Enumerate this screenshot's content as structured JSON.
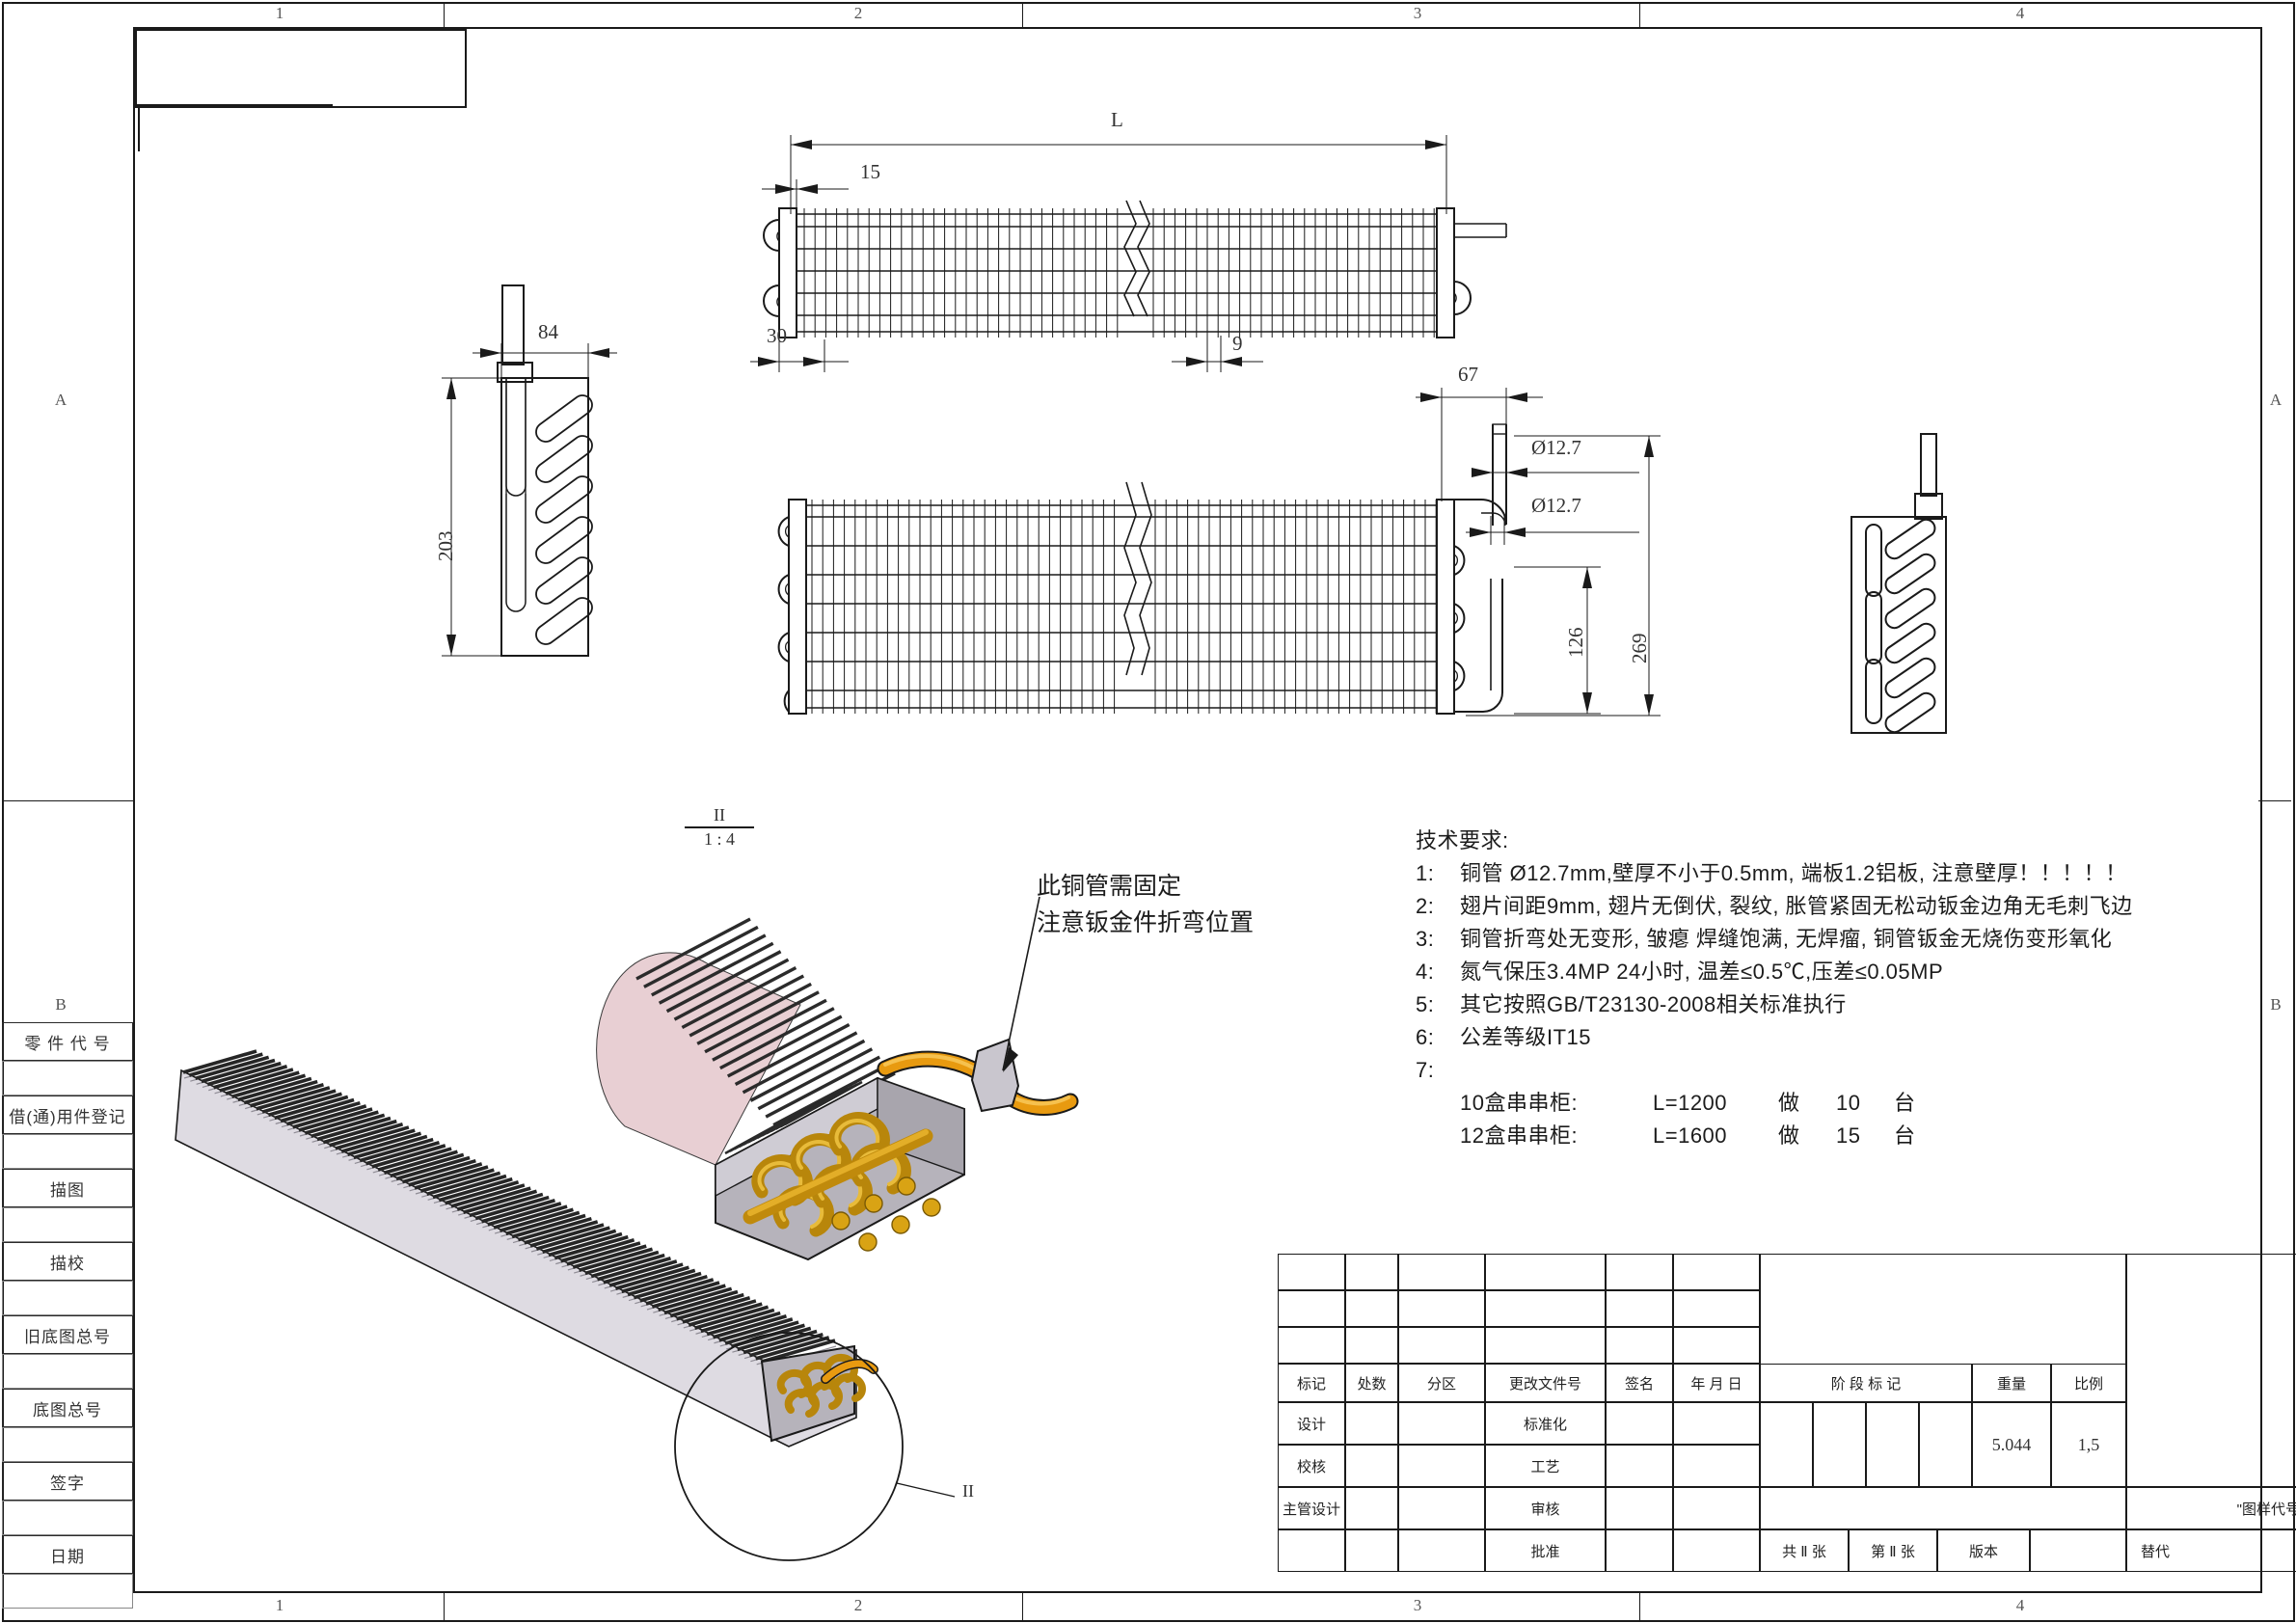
{
  "sheet": {
    "zones_top": [
      "1",
      "2",
      "3",
      "4"
    ],
    "zones_bottom": [
      "1",
      "2",
      "3",
      "4"
    ],
    "zones_left": [
      "A",
      "B"
    ],
    "zones_right": [
      "A",
      "B"
    ]
  },
  "side_table": {
    "rows": [
      {
        "label": "零 件 代 号"
      },
      {
        "label": ""
      },
      {
        "label": "借(通)用件登记"
      },
      {
        "label": ""
      },
      {
        "label": "描图"
      },
      {
        "label": ""
      },
      {
        "label": "描校"
      },
      {
        "label": ""
      },
      {
        "label": "旧底图总号"
      },
      {
        "label": ""
      },
      {
        "label": "底图总号"
      },
      {
        "label": ""
      },
      {
        "label": "签字"
      },
      {
        "label": ""
      },
      {
        "label": "日期"
      },
      {
        "label": ""
      }
    ]
  },
  "tech_notes": {
    "heading": "技术要求:",
    "items": [
      {
        "n": "1:",
        "text": "铜管 Ø12.7mm,壁厚不小于0.5mm, 端板1.2铝板, 注意壁厚！！！！！"
      },
      {
        "n": "2:",
        "text": "翅片间距9mm, 翅片无倒伏, 裂纹, 胀管紧固无松动钣金边角无毛刺飞边"
      },
      {
        "n": "3:",
        "text": "铜管折弯处无变形, 皱瘪 焊缝饱满, 无焊瘤, 铜管钣金无烧伤变形氧化"
      },
      {
        "n": "4:",
        "text": "氮气保压3.4MP 24小时, 温差≤0.5℃,压差≤0.05MP"
      },
      {
        "n": "5:",
        "text": "其它按照GB/T23130-2008相关标准执行"
      },
      {
        "n": "6:",
        "text": "公差等级IT15"
      },
      {
        "n": "7:",
        "text": ""
      }
    ],
    "orders": [
      {
        "model": "10盒串串柜:",
        "length": "L=1200",
        "verb": "做",
        "qty": "10",
        "unit": "台"
      },
      {
        "model": "12盒串串柜:",
        "length": "L=1600",
        "verb": "做",
        "qty": "15",
        "unit": "台"
      }
    ]
  },
  "callout_note": {
    "line1": "此铜管需固定",
    "line2": "注意钣金件折弯位置"
  },
  "detail_tag": {
    "mark": "II",
    "scale": "1 : 4"
  },
  "detail_ref": {
    "mark": "II"
  },
  "dimensions": {
    "top_view_length": "L",
    "top_view_15": "15",
    "top_view_30": "30",
    "top_view_fin_pitch": "9",
    "left_view_width": "84",
    "left_view_height": "203",
    "right_view_width": "67",
    "dia_upper": "Ø12.7",
    "dia_lower": "Ø12.7",
    "height_126": "126",
    "height_269": "269"
  },
  "title_block": {
    "rev_headers": [
      "标记",
      "处数",
      "分区",
      "更改文件号",
      "签名",
      "年 月 日"
    ],
    "role_rows": [
      {
        "role": "设计",
        "name": "",
        "date": "",
        "role2": "标准化",
        "name2": "",
        "date2": ""
      },
      {
        "role": "校核",
        "name": "",
        "date": "",
        "role2": "工艺",
        "name2": "",
        "date2": ""
      },
      {
        "role": "主管设计",
        "name": "",
        "date": "",
        "role2": "审核",
        "name2": "",
        "date2": ""
      },
      {
        "role": "",
        "name": "",
        "date": "",
        "role2": "批准",
        "name2": "",
        "date2": ""
      }
    ],
    "stage_mark_label": "阶 段 标 记",
    "weight_label": "重量",
    "scale_label": "比例",
    "weight_value": "5.044",
    "scale_value": "1,5",
    "drawing_code": "\"图样代号\"",
    "sheet_total_label": "共 Ⅱ 张",
    "sheet_index_label": "第 Ⅱ 张",
    "version_label": "版本",
    "replace_label": "替代"
  },
  "colors": {
    "line": "#1a1a1a",
    "fin_pink": "#e8cfd3",
    "metal_gray": "#b9b6bd",
    "copper": "#c8960f",
    "copper_light": "#e8a319",
    "fin_dark": "#2b2b2b"
  }
}
